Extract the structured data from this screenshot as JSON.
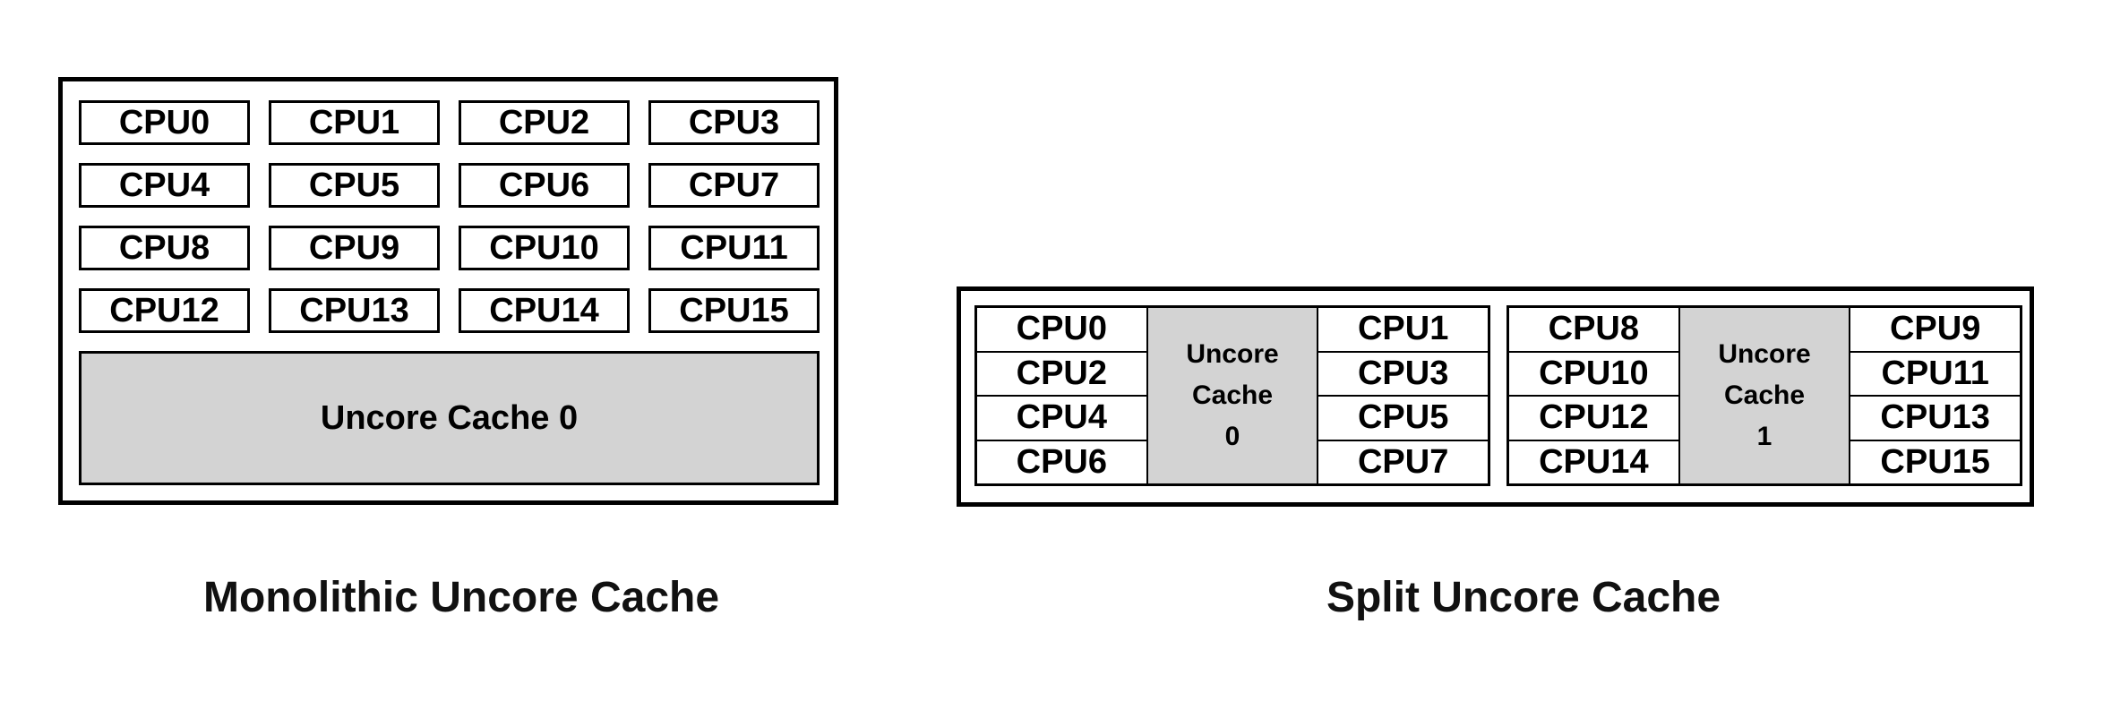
{
  "colors": {
    "background": "#ffffff",
    "border": "#000000",
    "cache_fill": "#d3d3d3",
    "label_text": "#000000",
    "caption_text": "#111111"
  },
  "monolithic": {
    "caption": "Monolithic Uncore Cache",
    "cpus": [
      "CPU0",
      "CPU1",
      "CPU2",
      "CPU3",
      "CPU4",
      "CPU5",
      "CPU6",
      "CPU7",
      "CPU8",
      "CPU9",
      "CPU10",
      "CPU11",
      "CPU12",
      "CPU13",
      "CPU14",
      "CPU15"
    ],
    "cache_label": "Uncore Cache 0"
  },
  "split": {
    "caption": "Split Uncore Cache",
    "groups": [
      {
        "left_cpus": [
          "CPU0",
          "CPU2",
          "CPU4",
          "CPU6"
        ],
        "right_cpus": [
          "CPU1",
          "CPU3",
          "CPU5",
          "CPU7"
        ],
        "cache_lines": [
          "Uncore",
          "Cache",
          "0"
        ]
      },
      {
        "left_cpus": [
          "CPU8",
          "CPU10",
          "CPU12",
          "CPU14"
        ],
        "right_cpus": [
          "CPU9",
          "CPU11",
          "CPU13",
          "CPU15"
        ],
        "cache_lines": [
          "Uncore",
          "Cache",
          "1"
        ]
      }
    ]
  }
}
